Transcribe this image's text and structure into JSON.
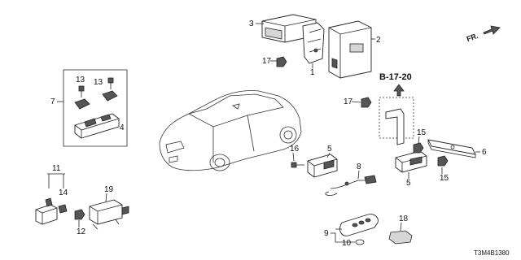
{
  "diagram": {
    "direction_label": "FR.",
    "reference_label": "B-17-20",
    "drawing_code": "T3M4B1380",
    "callouts": {
      "c1": "1",
      "c2": "2",
      "c3": "3",
      "c4": "4",
      "c5a": "5",
      "c5b": "5",
      "c6": "6",
      "c7": "7",
      "c8": "8",
      "c9": "9",
      "c10": "10",
      "c11": "11",
      "c12": "12",
      "c13a": "13",
      "c13b": "13",
      "c14": "14",
      "c15a": "15",
      "c15b": "15",
      "c16": "16",
      "c17a": "17",
      "c17b": "17",
      "c18": "18",
      "c19": "19"
    },
    "colors": {
      "line": "#222222",
      "background": "#ffffff"
    }
  }
}
